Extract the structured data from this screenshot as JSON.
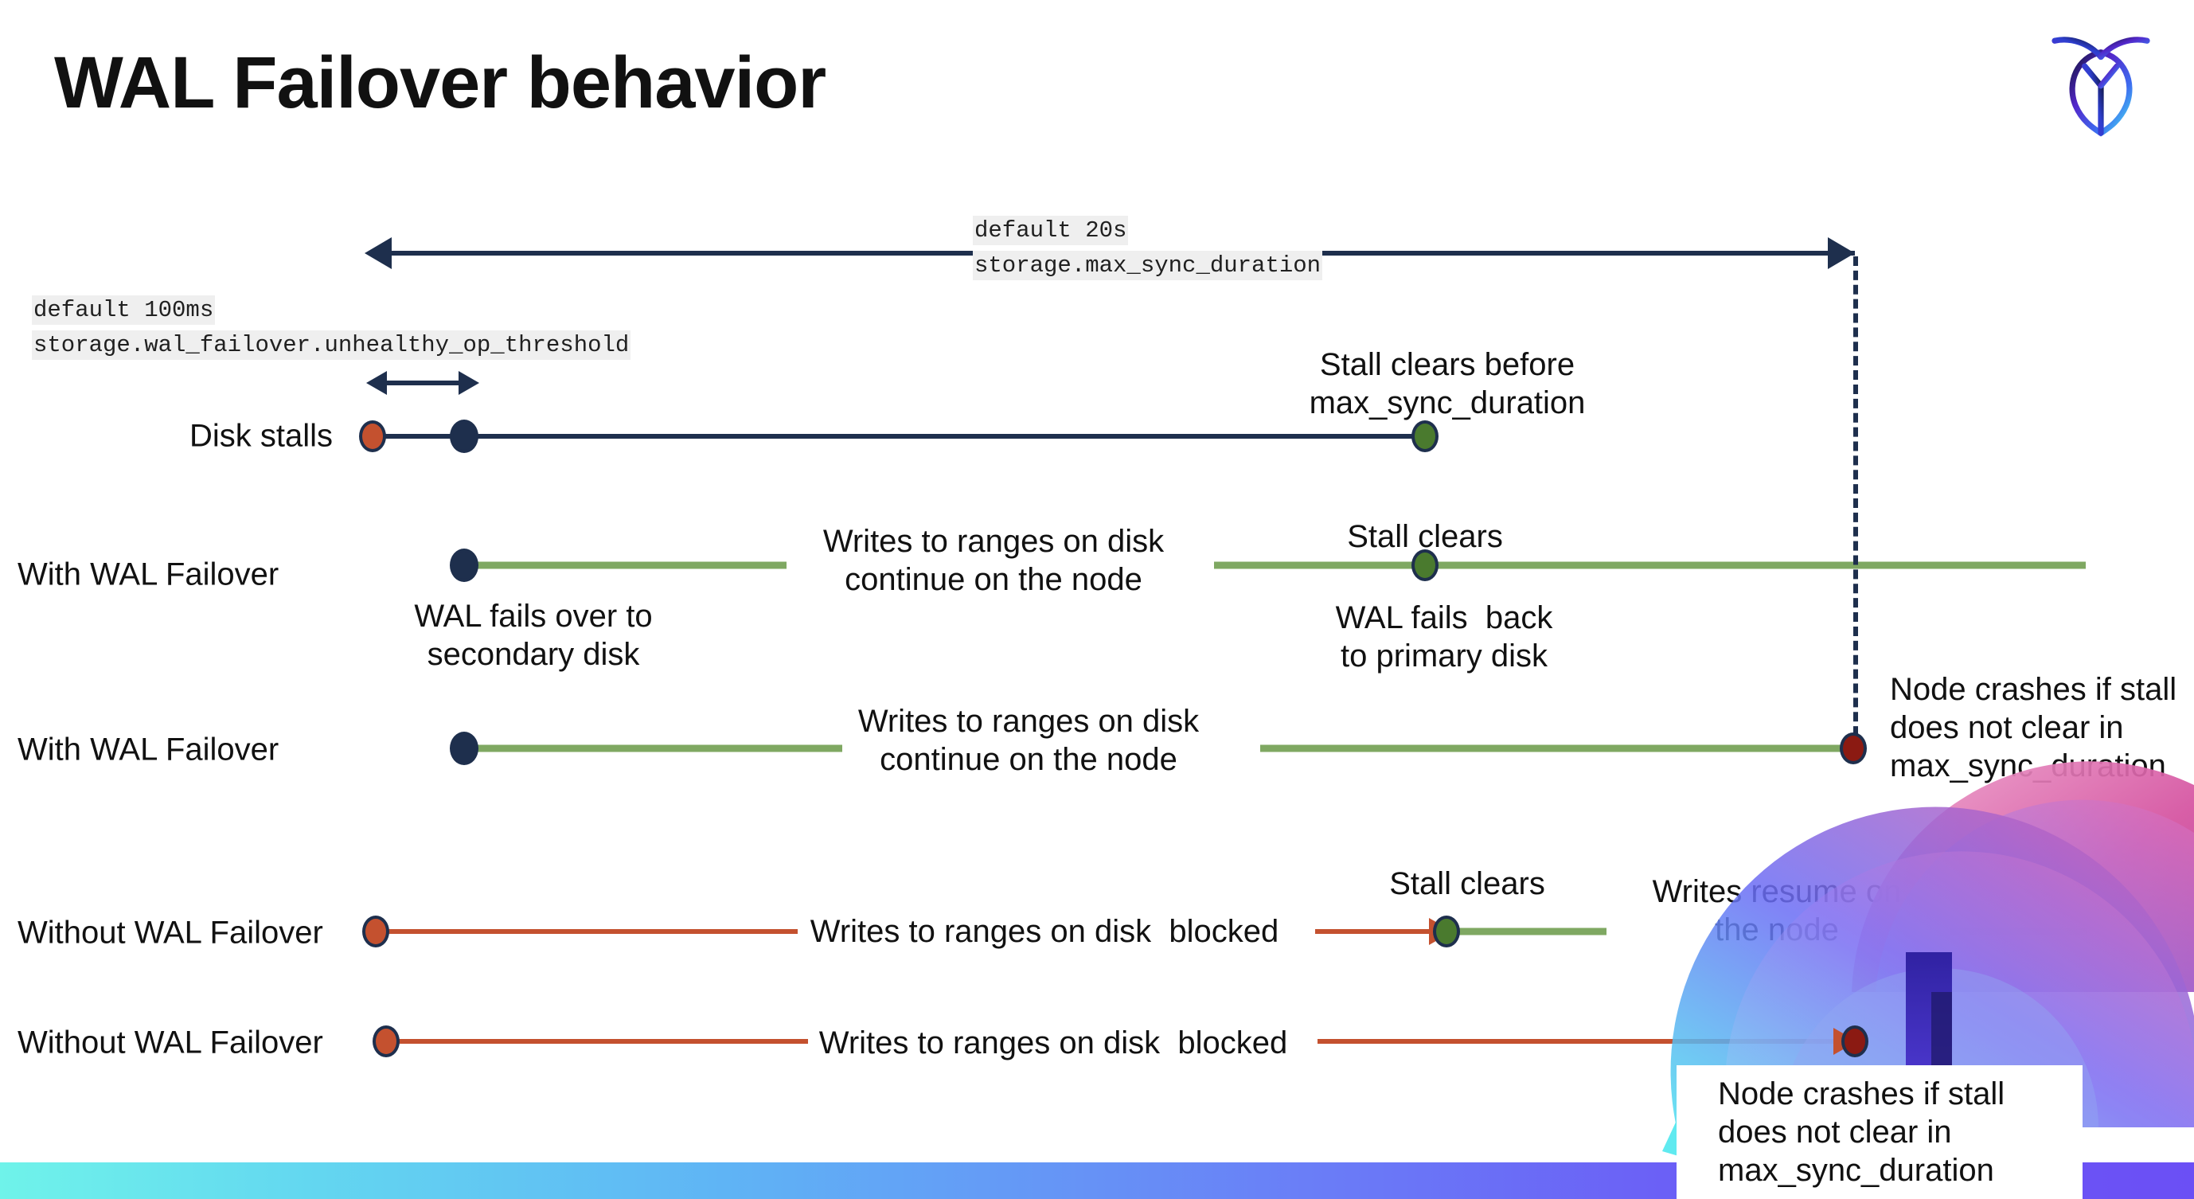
{
  "slide": {
    "title": "WAL Failover behavior",
    "logo_name": "cockroachdb-logo"
  },
  "annotations": {
    "max_sync_default": "default 20s",
    "max_sync_setting": "storage.max_sync_duration",
    "unhealthy_default": "default 100ms",
    "unhealthy_setting": "storage.wal_failover.unhealthy_op_threshold"
  },
  "rows": [
    {
      "label": "Disk stalls",
      "notes": [
        "Stall clears before\nmax_sync_duration"
      ]
    },
    {
      "label": "With WAL Failover",
      "notes": [
        "Writes to ranges on disk\ncontinue on the node",
        "Stall clears",
        "WAL fails over to\nsecondary disk",
        "WAL fails  back\nto primary disk"
      ]
    },
    {
      "label": "With WAL Failover",
      "notes": [
        "Writes to ranges on disk\ncontinue on the node",
        "Node crashes if stall\ndoes not clear in\nmax_sync_duration"
      ]
    },
    {
      "label": "Without WAL Failover",
      "notes": [
        "Writes to ranges on disk  blocked",
        "Stall clears",
        "Writes resume on\nthe node"
      ]
    },
    {
      "label": "Without WAL Failover",
      "notes": [
        "Writes to ranges on disk  blocked",
        "Node crashes if stall\ndoes not clear in\nmax_sync_duration"
      ]
    }
  ],
  "colors": {
    "navy": "#1e2f4d",
    "orange": "#c4512f",
    "green_line": "#7fa862",
    "green_marker": "#4a7a2e",
    "dark_red": "#8b1a12",
    "chip_bg": "#efefef"
  }
}
